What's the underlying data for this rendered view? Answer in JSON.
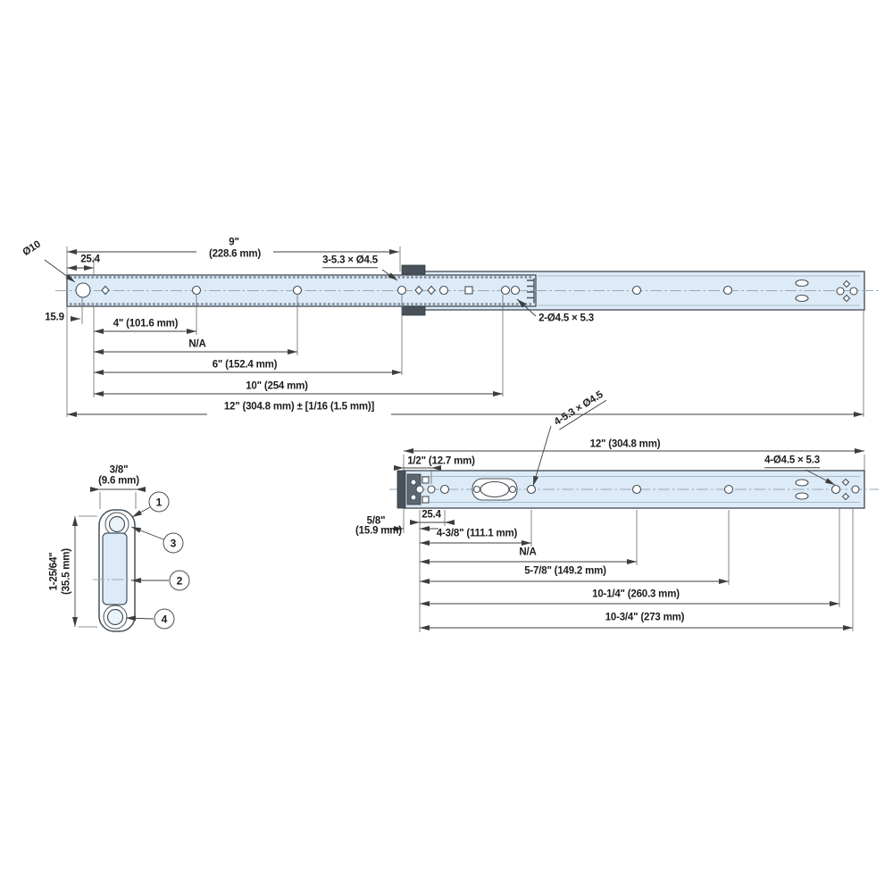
{
  "colors": {
    "rail_fill": "#dcebf7",
    "line": "#46505a",
    "dim_line": "#3d3d3d",
    "background": "#ffffff"
  },
  "top_view": {
    "dia_label": "Ø10",
    "offset_a": "25.4",
    "offset_b": "15.9",
    "len9_in": "9\"",
    "len9_mm": "(228.6 mm)",
    "holes_front": "3-5.3 × Ø4.5",
    "holes_rear": "2-Ø4.5 × 5.3",
    "dim_4": "4\" (101.6 mm)",
    "dim_na": "N/A",
    "dim_6": "6\" (152.4 mm)",
    "dim_10": "10\" (254 mm)",
    "dim_12": "12\" (304.8 mm) ± [1/16  (1.5 mm)]"
  },
  "section_view": {
    "width_in": "3/8\"",
    "width_mm": "(9.6 mm)",
    "height_in": "1-25/64\"",
    "height_mm": "(35.5 mm)",
    "callout_1": "1",
    "callout_2": "2",
    "callout_3": "3",
    "callout_4": "4"
  },
  "bottom_view": {
    "dim_12": "12\" (304.8 mm)",
    "dim_half": "1/2\" (12.7 mm)",
    "holes_mid": "4-5.3 × Ø4.5",
    "holes_end": "4-Ø4.5 × 5.3",
    "offset_in": "5/8\"",
    "offset_mm": "(15.9 mm)",
    "offset_a": "25.4",
    "dim_438": "4-3/8\" (111.1 mm)",
    "dim_na": "N/A",
    "dim_578": "5-7/8\" (149.2  mm)",
    "dim_1014": "10-1/4\" (260.3 mm)",
    "dim_1034": "10-3/4\" (273 mm)"
  }
}
